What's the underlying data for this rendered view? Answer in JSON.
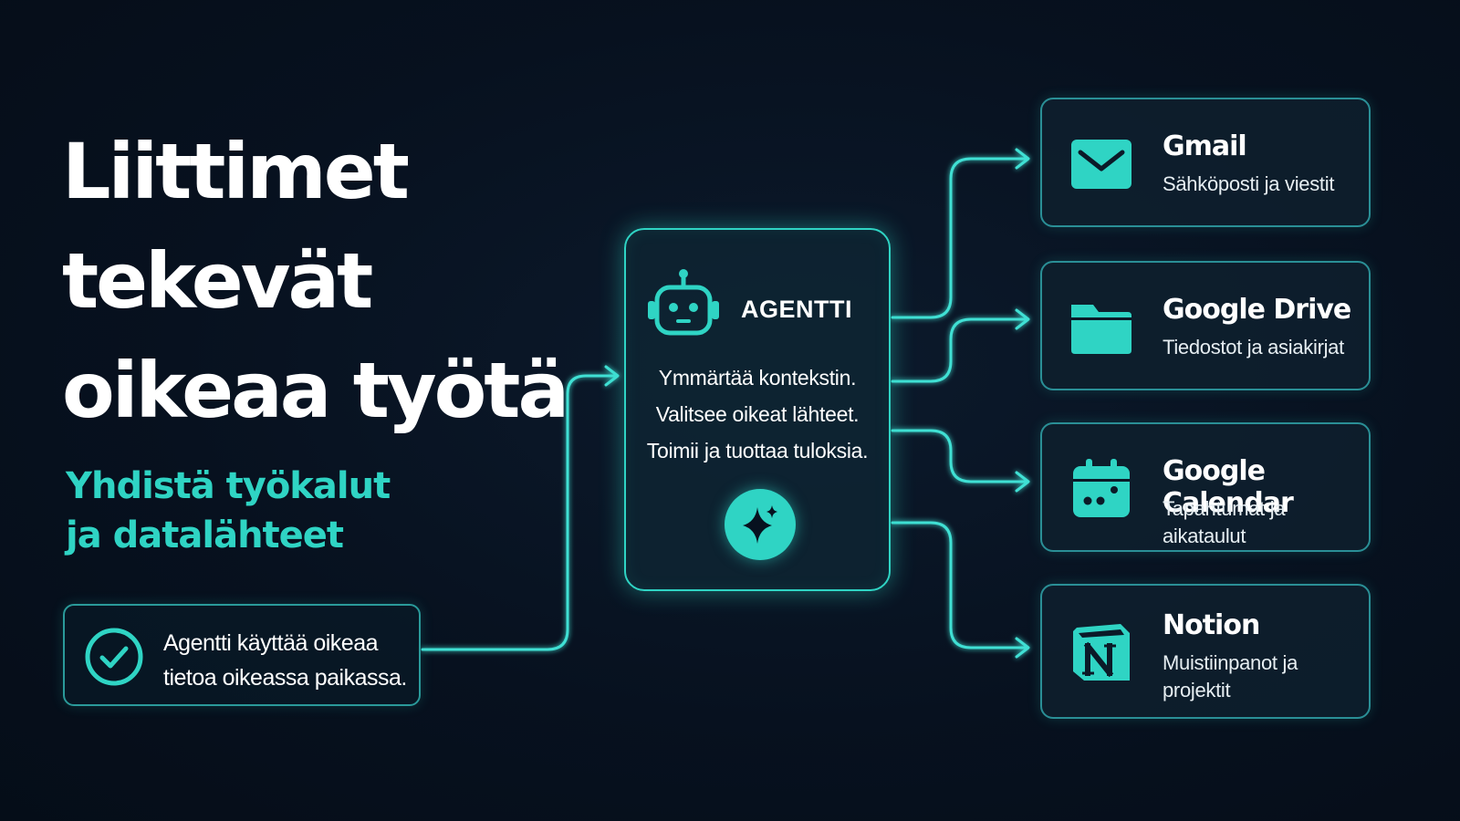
{
  "headline": {
    "lines": [
      "Liittimet",
      "tekevät",
      "oikeaa työtä"
    ]
  },
  "subheadline": {
    "lines": [
      "Yhdistä työkalut",
      "ja datalähteet"
    ]
  },
  "note": {
    "lines": [
      "Agentti käyttää oikeaa",
      "tietoa oikeassa paikassa."
    ],
    "icon": "check-circle-icon"
  },
  "agent": {
    "title": "AGENTTI",
    "lines": [
      "Ymmärtää kontekstin.",
      "Valitsee oikeat lähteet.",
      "Toimii ja tuottaa tuloksia."
    ],
    "icon": "robot-icon",
    "action_icon": "sparkle-icon"
  },
  "connectors": [
    {
      "title": "Gmail",
      "description": "Sähköposti ja viestit",
      "icon": "mail-icon"
    },
    {
      "title": "Google Drive",
      "description": "Tiedostot ja asiakirjat",
      "icon": "folder-icon"
    },
    {
      "title": "Google Calendar",
      "description": "Tapahtumat ja aikataulut",
      "icon": "calendar-icon"
    },
    {
      "title": "Notion",
      "description": "Muistiinpanot ja projektit",
      "icon": "notion-icon"
    }
  ],
  "colors": {
    "background": "#07111f",
    "accent": "#2fd4c4",
    "text": "#ffffff"
  }
}
